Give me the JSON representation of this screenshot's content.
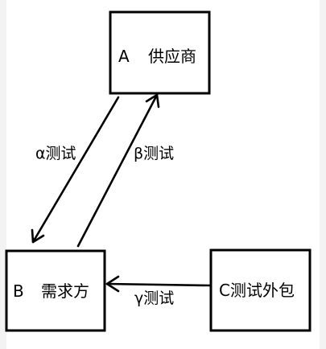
{
  "diagram": {
    "nodes": [
      {
        "id": "a",
        "letter": "A",
        "label": "供应商"
      },
      {
        "id": "b",
        "letter": "B",
        "label": "需求方"
      },
      {
        "id": "c",
        "letter": "",
        "label": "C测试外包"
      }
    ],
    "edges": [
      {
        "id": "alpha",
        "from": "a",
        "to": "b",
        "label": "α测试"
      },
      {
        "id": "beta",
        "from": "b",
        "to": "a",
        "label": "β测试"
      },
      {
        "id": "gamma",
        "from": "c",
        "to": "b",
        "label": "γ测试"
      }
    ]
  }
}
